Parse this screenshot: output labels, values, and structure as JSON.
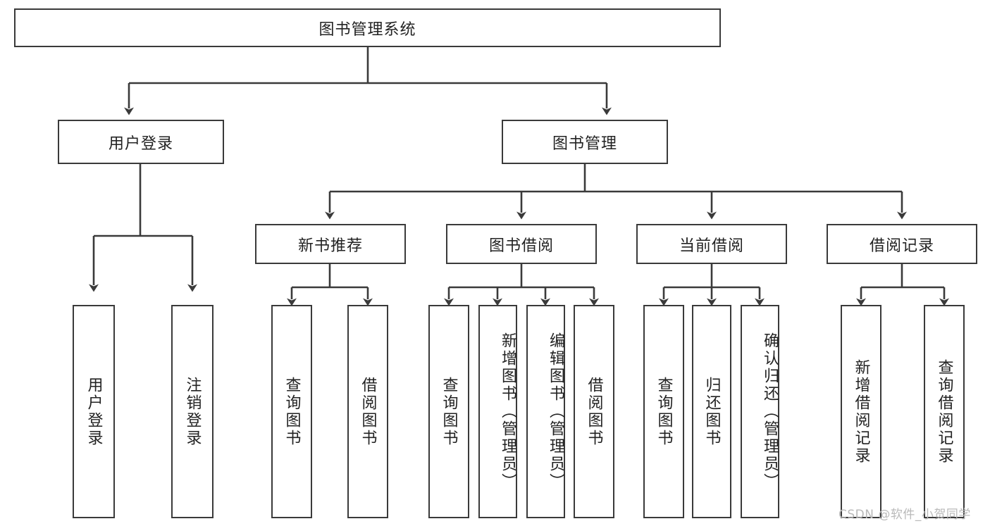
{
  "diagram": {
    "type": "tree-hierarchy",
    "title": "图书管理系统",
    "root": {
      "id": "root",
      "label": "图书管理系统"
    },
    "level1": [
      {
        "id": "user-login",
        "label": "用户登录"
      },
      {
        "id": "book-manage",
        "label": "图书管理"
      }
    ],
    "level2": [
      {
        "id": "new-book-recommend",
        "label": "新书推荐",
        "parent": "book-manage"
      },
      {
        "id": "book-borrow",
        "label": "图书借阅",
        "parent": "book-manage"
      },
      {
        "id": "current-borrow",
        "label": "当前借阅",
        "parent": "book-manage"
      },
      {
        "id": "borrow-record",
        "label": "借阅记录",
        "parent": "book-manage"
      }
    ],
    "leaves": [
      {
        "id": "leaf-user-login",
        "label": "用户登录",
        "parent": "user-login"
      },
      {
        "id": "leaf-logout",
        "label": "注销登录",
        "parent": "user-login"
      },
      {
        "id": "leaf-query-book-1",
        "label": "查询图书",
        "parent": "new-book-recommend"
      },
      {
        "id": "leaf-borrow-book-1",
        "label": "借阅图书",
        "parent": "new-book-recommend"
      },
      {
        "id": "leaf-query-book-2",
        "label": "查询图书",
        "parent": "book-borrow"
      },
      {
        "id": "leaf-add-book",
        "label": "新增图书（管理员）",
        "parent": "book-borrow"
      },
      {
        "id": "leaf-edit-book",
        "label": "编辑图书（管理员）",
        "parent": "book-borrow"
      },
      {
        "id": "leaf-borrow-book-2",
        "label": "借阅图书",
        "parent": "book-borrow"
      },
      {
        "id": "leaf-query-book-3",
        "label": "查询图书",
        "parent": "current-borrow"
      },
      {
        "id": "leaf-return-book",
        "label": "归还图书",
        "parent": "current-borrow"
      },
      {
        "id": "leaf-confirm-return",
        "label": "确认归还（管理员）",
        "parent": "current-borrow"
      },
      {
        "id": "leaf-add-record",
        "label": "新增借阅记录",
        "parent": "borrow-record"
      },
      {
        "id": "leaf-query-record",
        "label": "查询借阅记录",
        "parent": "borrow-record"
      }
    ]
  },
  "watermark": {
    "text": "CSDN @软件_小贺同学"
  },
  "colors": {
    "stroke": "#3a3a3a",
    "background": "#ffffff",
    "text": "#222222",
    "watermark": "#b9b9b9"
  }
}
